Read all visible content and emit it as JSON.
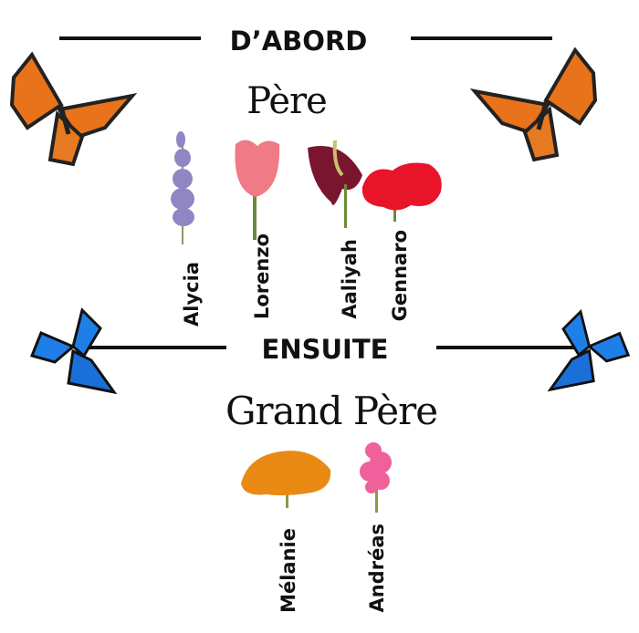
{
  "section1": {
    "heading": "D’ABORD",
    "title": "Père",
    "names": [
      "Alycia",
      "Lorenzo",
      "Aaliyah",
      "Gennaro"
    ]
  },
  "section2": {
    "heading": "ENSUITE",
    "title": "Grand Père",
    "names": [
      "Mélanie",
      "Andréas"
    ]
  },
  "colors": {
    "monarch": "#e8731a",
    "morpho": "#1f7fe8",
    "lavender": "#8f86c4",
    "tulip": "#f07a86",
    "anthurium": "#7a1530",
    "hibiscus": "#e8142a",
    "marigold": "#e98a15",
    "snapdragon": "#f0609a"
  }
}
